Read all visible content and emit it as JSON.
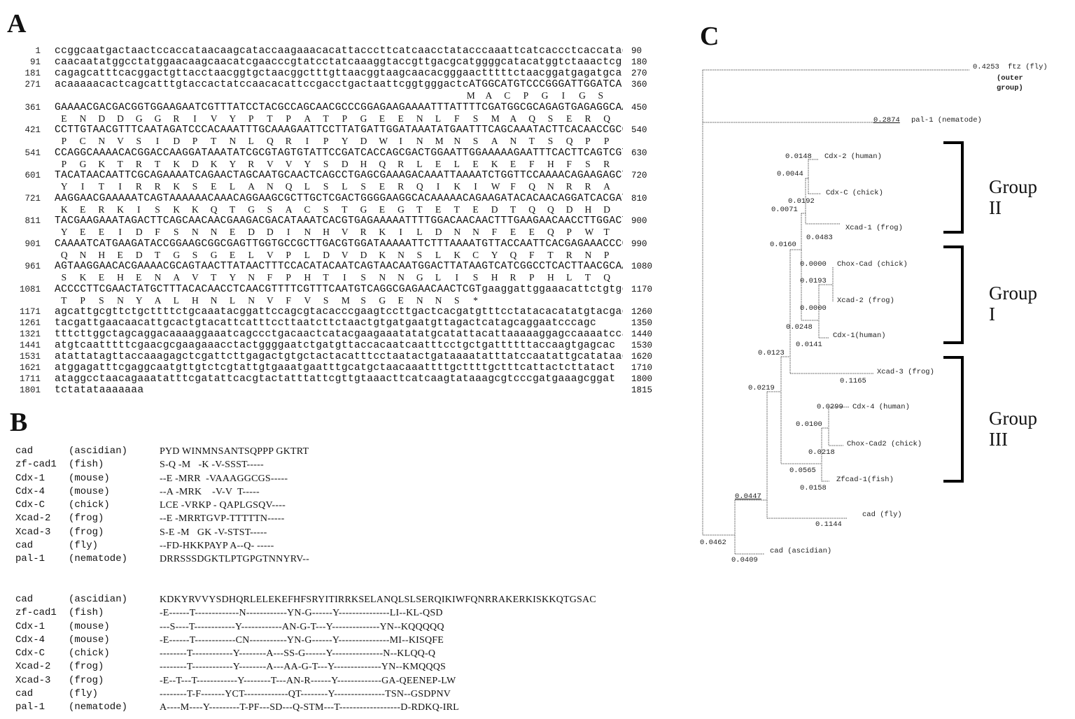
{
  "panels": {
    "a": "A",
    "b": "B",
    "c": "C"
  },
  "panel_a": {
    "rows": [
      {
        "start": "1",
        "seq": "ccggcaatgactaactccaccataacaagcataccaagaaacacattacccttcatcaacctatacccaaattcatcaccctcaccatag",
        "end": "90"
      },
      {
        "start": "91",
        "seq": "caacaatatggcctatggaacaagcaacatcgaacccgtatcctatcaaaggtaccgttgacgcatggggcatacatggtctaaactcgtt",
        "end": "180"
      },
      {
        "start": "181",
        "seq": "cagagcatttcacggactgttacctaacggtgctaacggctttgttaacggtaagcaacacgggaactttttctaacggatgagatgcatt",
        "end": "270"
      },
      {
        "start": "271",
        "seq": "acaaaaacactcagcatttgtaccactatccaacacattccgacctgactaattcggtgggactcATGGCATGTCCCGGGATTGGATCA",
        "end": "360",
        "aa": "MACPGIGS"
      },
      {
        "start": "361",
        "seq": "GAAAACGACGACGGTGGAAGAATCGTTTATCCTACGCCAGCAACGCCCGGAGAAGAAAATTTATTTTCGATGGCGCAGAGTGAGAGGCAA",
        "end": "450",
        "aa": "ENDDGGRIVYPTPATPGEENLFSMAQSERQ"
      },
      {
        "start": "421",
        "seq": "CCTTGTAACGTTTCAATAGATCCCACAAATTTGCAAAGAATTCCTTATGATTGGATAAATATGAATTTCAGCAAATACTTCACAACCGCCA",
        "end": "540",
        "aa": "PCNVSIDPTNLQRIPYDWINMNSANTSQPP"
      },
      {
        "start": "541",
        "seq": "CCAGGCAAAACACGGACCAAGGATAAATATCGCGTAGTGTATTCCGATCACCAGCGACTGGAATTGGAAAAAGAATTTCACTTCAGTCGT",
        "end": "630",
        "aa": "PGKTRTKDKYRVVYSDHQRLELEKEFHFSR"
      },
      {
        "start": "601",
        "seq": "TACATAACAATTCGCAGAAAATCAGAACTAGCAATGCAACTCAGCCTGAGCGAAAGACAAATTAAAATCTGGTTCCAAAACAGAAGAGCT",
        "end": "720",
        "aa": "YITIRRKSELANQLSLSERQIKIWFQNRRA"
      },
      {
        "start": "721",
        "seq": "AAGGAACGAAAAATCAGTAAAAAACAAACAGGAAGCGCTTGCTCGACTGGGGAAGGCACAAAAACAGAAGATACACAACAGGATCACGAT",
        "end": "810",
        "aa": "KERKISKKQTGSACSTGEGTETEDTQQDHD"
      },
      {
        "start": "811",
        "seq": "TACGAAGAAATAGACTTCAGCAACAACGAAGACGACATAAATCACGTGAGAAAAATTTTGGACAACAACTTTGAAGAACAACCTTGGACT",
        "end": "900",
        "aa": "YEEIDFSNNEDDINHVRKILDNNFEEQPWT"
      },
      {
        "start": "901",
        "seq": "CAAAATCATGAAGATACCGGAAGCGGCGAGTTGGTGCCGCTTGACGTGGATAAAAATTCTTTAAAATGTTACCAATTCACGAGAAACCCC",
        "end": "990",
        "aa": "QNHEDTGSGELVPLDVDKNSLKCYQFTRNP"
      },
      {
        "start": "961",
        "seq": "AGTAAGGAACACGAAAACGCAGTAACTTATAACTTTCCACATACAATCAGTAACAATGGACTTATAAGTCATCGGCCTCACTTAACGCAA",
        "end": "1080",
        "aa": "SKEHENAVTYNFPHTISNNGLISHRPHLTQ"
      },
      {
        "start": "1081",
        "seq": "ACCCCTTCGAACTATGCTTTACACAACCTCAACGTTTTCGTTTCAATGTCAGGCGAGAACAACTCGTgaaggattggaaacattctgtgc",
        "end": "1170",
        "aa": "TPSNYALHNLNVFVSMSGENNS*"
      },
      {
        "start": "1171",
        "seq": "agcattgcgttctgcttttctgcaaatacggattccagcgtacacccgaagtccttgactcacgatgtttcctatacacatatgtacgac",
        "end": "1260"
      },
      {
        "start": "1261",
        "seq": "tacgattgaacaacattgcactgtacattcatttccttaatcttctaactgtgatgaatgttagactcatagcaggaatcccagc",
        "end": "1350"
      },
      {
        "start": "1321",
        "seq": "tttcttggctagcaggacaaaaggaaatcagccctgacaactcatacgaagaaatatatgcatattacattaaaaaggagccaaaatcca",
        "end": "1440"
      },
      {
        "start": "1441",
        "seq": "atgtcaatttttcgaacgcgaagaaacctactggggaatctgatgttaccacaatcaatttcctgctgattttttaccaagtgagcac",
        "end": "1530"
      },
      {
        "start": "1531",
        "seq": "atattatagttaccaaagagctcgattcttgagactgtgctactacatttcctaatactgataaaatatttatccaatattgcatataag",
        "end": "1620"
      },
      {
        "start": "1621",
        "seq": "atggagatttcgaggcaatgttgtctcgtattgtgaaatgaatttgcatgctaacaaattttgcttttgctttcattactcttatact",
        "end": "1710"
      },
      {
        "start": "1711",
        "seq": "ataggcctaacagaaatatttcgatattcacgtactatttattcgttgtaaacttcatcaagtataaagcgtcccgatgaaagcggat",
        "end": "1800"
      },
      {
        "start": "1801",
        "seq": "tctatataaaaaaa",
        "end": "1815"
      }
    ]
  },
  "panel_b": {
    "block1": [
      {
        "gene": "cad",
        "species": "(ascidian)",
        "seq": "PYD WINMNSANTSQPPP GKTRT"
      },
      {
        "gene": "zf-cad1",
        "species": "(fish)",
        "seq": "S-Q -M   -K -V-SSST-----"
      },
      {
        "gene": "Cdx-1",
        "species": "(mouse)",
        "seq": "--E -MRR  -VAAAGGCGS-----"
      },
      {
        "gene": "Cdx-4",
        "species": "(mouse)",
        "seq": "--A -MRK    -V-V  T-----"
      },
      {
        "gene": "Cdx-C",
        "species": "(chick)",
        "seq": "LCE -VRKP - QAPLGSQV----"
      },
      {
        "gene": "Xcad-2",
        "species": "(frog)",
        "seq": "--E -MRRTGVP-TTTTTN-----"
      },
      {
        "gene": "Xcad-3",
        "species": "(frog)",
        "seq": "S-E -M   GK -V-STST-----"
      },
      {
        "gene": "cad",
        "species": "(fly)",
        "seq": "--FD-HKKPAYP A--Q- -----"
      },
      {
        "gene": "pal-1",
        "species": "(nematode)",
        "seq": "DRRSSSDGKTLPTGPGTNNYRV--"
      }
    ],
    "block2": [
      {
        "gene": "cad",
        "species": "(ascidian)",
        "seq": "KDKYRVVYSDHQRLELEKEFHFSRYITIRRKSELANQLSLSERQIKIWFQNRRAKERKISKKQTGSAC"
      },
      {
        "gene": "zf-cad1",
        "species": "(fish)",
        "seq": "-E------T-------------N------------YN-G------Y---------------LI--KL-QSD"
      },
      {
        "gene": "Cdx-1",
        "species": "(mouse)",
        "seq": "---S----T------------Y------------AN-G-T---Y--------------YN--KQQQQQ"
      },
      {
        "gene": "Cdx-4",
        "species": "(mouse)",
        "seq": "-E------T------------CN-----------YN-G------Y---------------MI--KISQFE"
      },
      {
        "gene": "Cdx-C",
        "species": "(chick)",
        "seq": "--------T------------Y--------A---SS-G------Y---------------N--KLQQ-Q"
      },
      {
        "gene": "Xcad-2",
        "species": "(frog)",
        "seq": "--------T------------Y--------A---AA-G-T---Y--------------YN--KMQQQS"
      },
      {
        "gene": "Xcad-3",
        "species": "(frog)",
        "seq": "-E--T---T------------Y--------T---AN-R------Y-------------GA-QEENEP-LW"
      },
      {
        "gene": "cad",
        "species": "(fly)",
        "seq": "--------T-F-------YCT-------------QT--------Y---------------TSN--GSDPNV"
      },
      {
        "gene": "pal-1",
        "species": "(nematode)",
        "seq": "A----M----Y---------T-PF---SD---Q-STM---T------------------D-RDKQ-IRL"
      }
    ]
  },
  "panel_c": {
    "outgroup": {
      "value": "0.4253",
      "label": "ftz (fly)",
      "note1": "(outer",
      "note2": "group)"
    },
    "leaves": {
      "pal1": {
        "value": "0.2874",
        "label": "pal-1 (nematode)"
      },
      "cdx2": {
        "value": "0.0148",
        "label": "Cdx-2 (human)"
      },
      "cdxc": {
        "value": "",
        "label": "Cdx-C (chick)"
      },
      "xcad1": {
        "value": "0.0483",
        "label": "Xcad-1 (frog)"
      },
      "choxcad": {
        "value": "0.0000",
        "label": "Chox-Cad (chick)"
      },
      "xcad2": {
        "value": "0.0000",
        "label": "Xcad-2 (frog)"
      },
      "cdx1": {
        "value": "0.0141",
        "label": "Cdx-1(human)"
      },
      "xcad3": {
        "value": "0.1165",
        "label": "Xcad-3 (frog)"
      },
      "cdx4": {
        "value": "0.0299",
        "label": "Cdx-4 (human)"
      },
      "choxcad2": {
        "value": "0.0218",
        "label": "Chox-Cad2 (chick)"
      },
      "zfcad1": {
        "value": "0.0158",
        "label": "Zfcad-1(fish)"
      },
      "cadfly": {
        "value": "0.1144",
        "label": "cad (fly)"
      },
      "cadasc": {
        "value": "0.0409",
        "label": "cad (ascidian)"
      }
    },
    "internal": {
      "n0044": "0.0044",
      "n0192": "0.0192",
      "n0071": "0.0071",
      "n0160": "0.0160",
      "n0193": "0.0193",
      "n0248": "0.0248",
      "n0123": "0.0123",
      "n0219": "0.0219",
      "n0100": "0.0100",
      "n0565": "0.0565",
      "n0447": "0.0447",
      "n0462": "0.0462"
    },
    "groups": [
      {
        "word": "Group",
        "numeral": "II"
      },
      {
        "word": "Group",
        "numeral": "I"
      },
      {
        "word": "Group",
        "numeral": "III"
      }
    ]
  }
}
